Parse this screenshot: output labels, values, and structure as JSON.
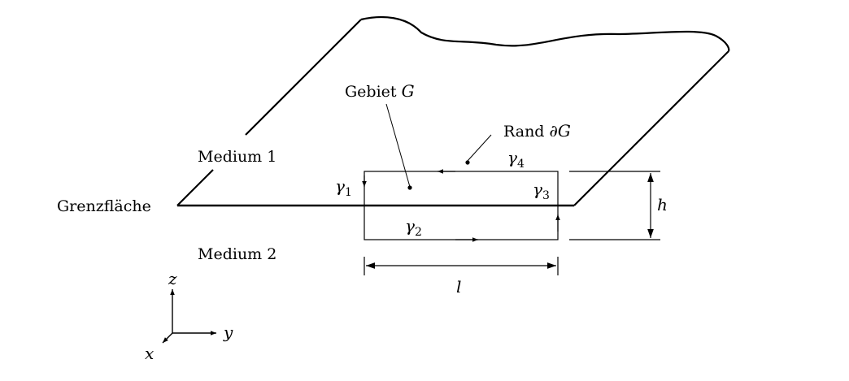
{
  "labels": {
    "interface": "Grenzfläche",
    "medium1": "Medium 1",
    "medium2": "Medium 2",
    "region_text": "Gebiet ",
    "region_symbol": "G",
    "boundary_text": "Rand ",
    "boundary_symbol": "∂G",
    "gamma": "γ",
    "gamma1_index": "1",
    "gamma2_index": "2",
    "gamma3_index": "3",
    "gamma4_index": "4",
    "height": "h",
    "length": "l",
    "axis_x": "x",
    "axis_y": "y",
    "axis_z": "z"
  }
}
